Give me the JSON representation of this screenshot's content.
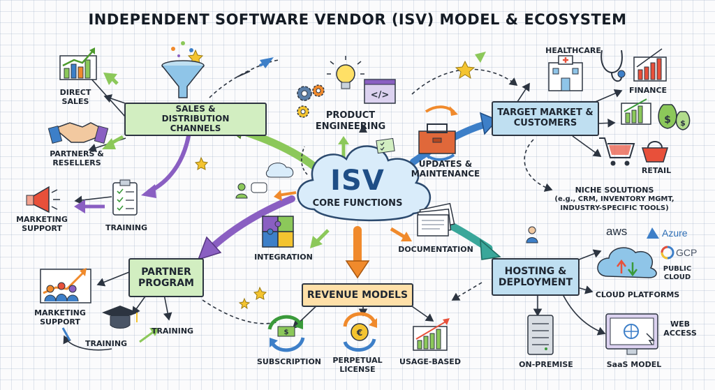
{
  "title": "INDEPENDENT SOFTWARE VENDOR (ISV) MODEL & ECOSYSTEM",
  "core": {
    "line1": "ISV",
    "line2": "CORE FUNCTIONS"
  },
  "sales": {
    "box": "SALES & DISTRIBUTION CHANNELS",
    "direct": "DIRECT SALES",
    "partners": "PARTNERS & RESELLERS",
    "marketing": "MARKETING SUPPORT",
    "training": "TRAINING"
  },
  "product": {
    "label": "PRODUCT ENGINEERING"
  },
  "updates": {
    "label": "UPDATES & MAINTENANCE"
  },
  "target": {
    "box": "TARGET MARKET & CUSTOMERS",
    "healthcare": "HEALTHCARE",
    "finance": "FINANCE",
    "retail": "RETAIL",
    "niche": "NICHE SOLUTIONS",
    "niche_detail_1": "(e.g., CRM, INVENTORY MGMT,",
    "niche_detail_2": "INDUSTRY-SPECIFIC TOOLS)"
  },
  "partner": {
    "box": "PARTNER PROGRAM",
    "marketing": "MARKETING SUPPORT",
    "training_left": "TRAINING",
    "training_right": "TRAINING"
  },
  "integration": {
    "label": "INTEGRATION"
  },
  "documentation": {
    "label": "DOCUMENTATION"
  },
  "revenue": {
    "box": "REVENUE MODELS",
    "subscription": "SUBSCRIPTION",
    "perpetual": "PERPETUAL LICENSE",
    "usage": "USAGE-BASED"
  },
  "hosting": {
    "box": "HOSTING & DEPLOYMENT",
    "aws": "aws",
    "azure": "Azure",
    "gcp": "GCP",
    "public_cloud": "PUBLIC CLOUD",
    "cloud_platforms": "CLOUD PLATFORMS",
    "on_premise": "ON-PREMISE",
    "saas": "SaaS MODEL",
    "web_access": "WEB ACCESS"
  },
  "colors": {
    "green_arrow": "#8cc85a",
    "purple_arrow": "#8a5fc2",
    "blue_arrow": "#3d7fc8",
    "orange_arrow": "#f08a2c",
    "teal_arrow": "#3aa79a"
  }
}
